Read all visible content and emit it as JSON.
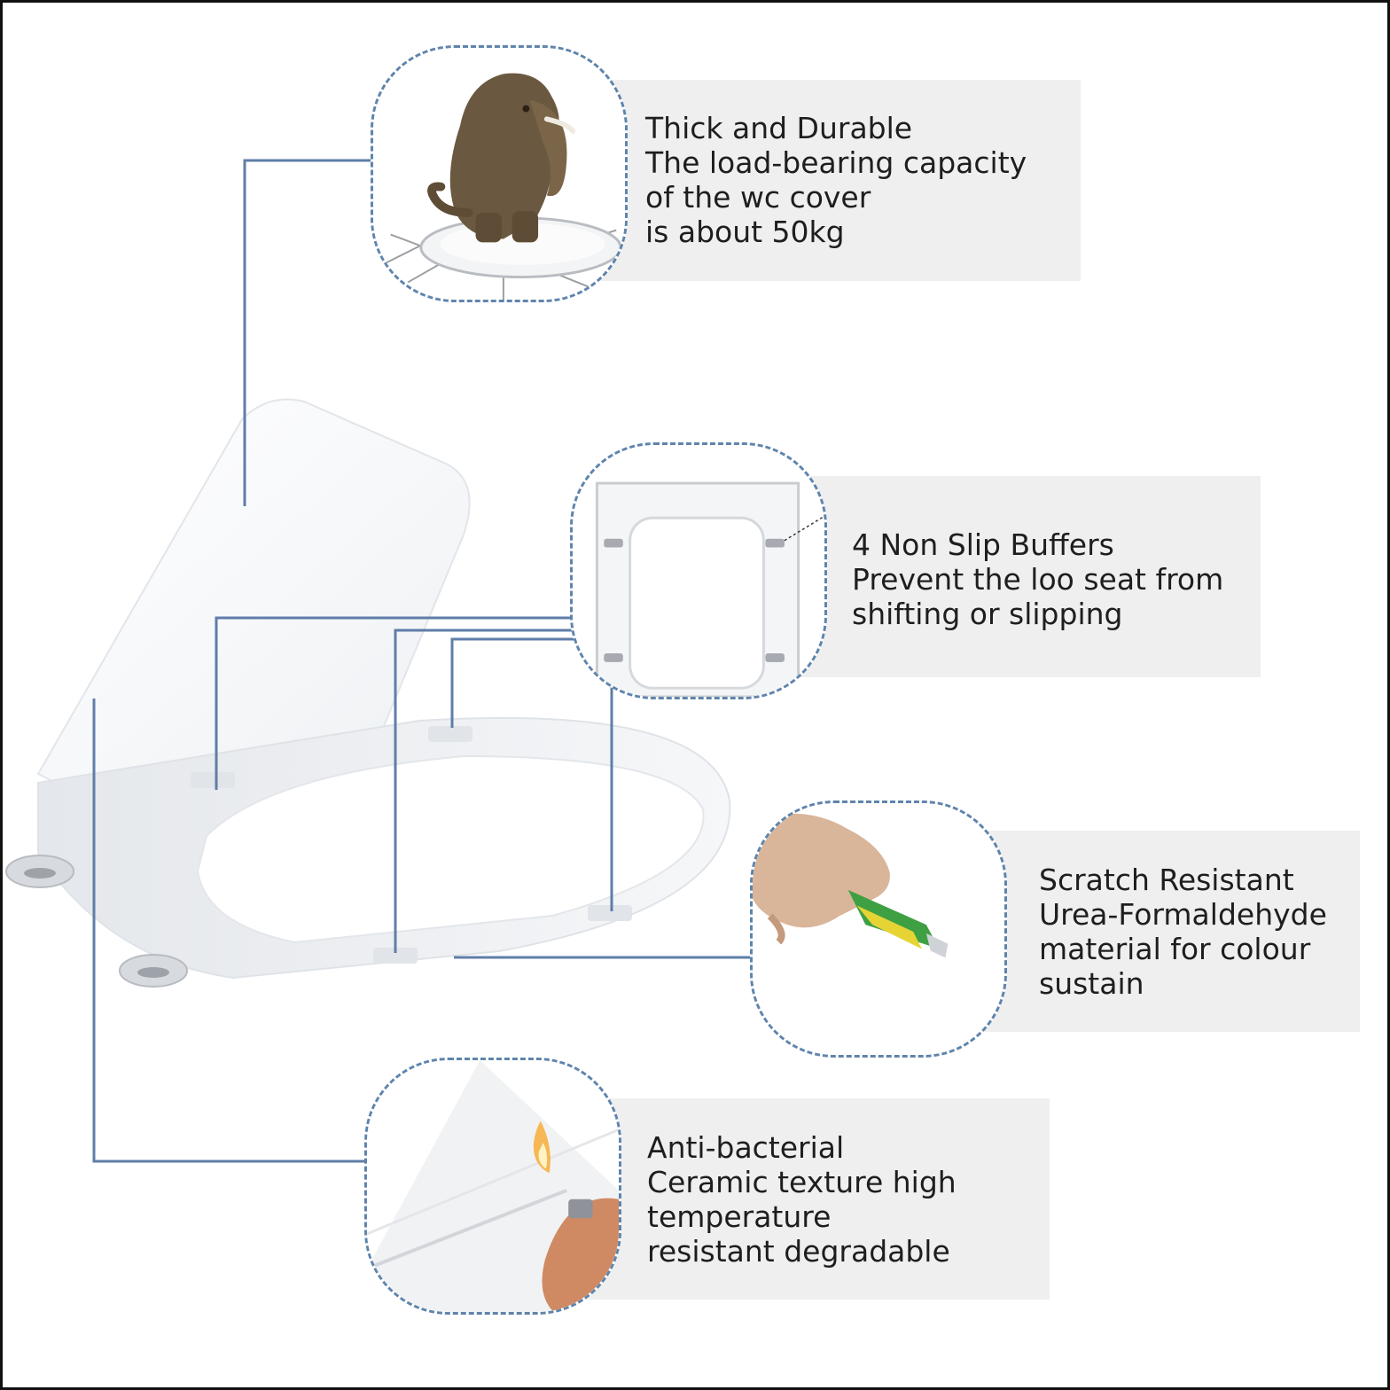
{
  "colors": {
    "frame": "#111111",
    "panel": "#efefef",
    "text": "#1e1e1e",
    "connector": "#5f7ea8",
    "bubble_border": "#5f84ad"
  },
  "features": [
    {
      "id": "durable",
      "icon": "elephant-on-seat-icon",
      "lines": [
        "Thick and Durable",
        "The load-bearing capacity",
        "of the wc cover",
        "is about 50kg"
      ]
    },
    {
      "id": "buffers",
      "icon": "seat-underside-buffers-icon",
      "lines": [
        "4 Non Slip Buffers",
        "Prevent the loo seat from",
        "shifting or slipping"
      ]
    },
    {
      "id": "scratch",
      "icon": "knife-scratch-test-icon",
      "lines": [
        "Scratch Resistant",
        "Urea-Formaldehyde",
        "material for colour",
        "sustain"
      ]
    },
    {
      "id": "antibacterial",
      "icon": "lighter-flame-test-icon",
      "lines": [
        "Anti-bacterial",
        "Ceramic texture high",
        "temperature",
        "resistant degradable"
      ]
    }
  ]
}
